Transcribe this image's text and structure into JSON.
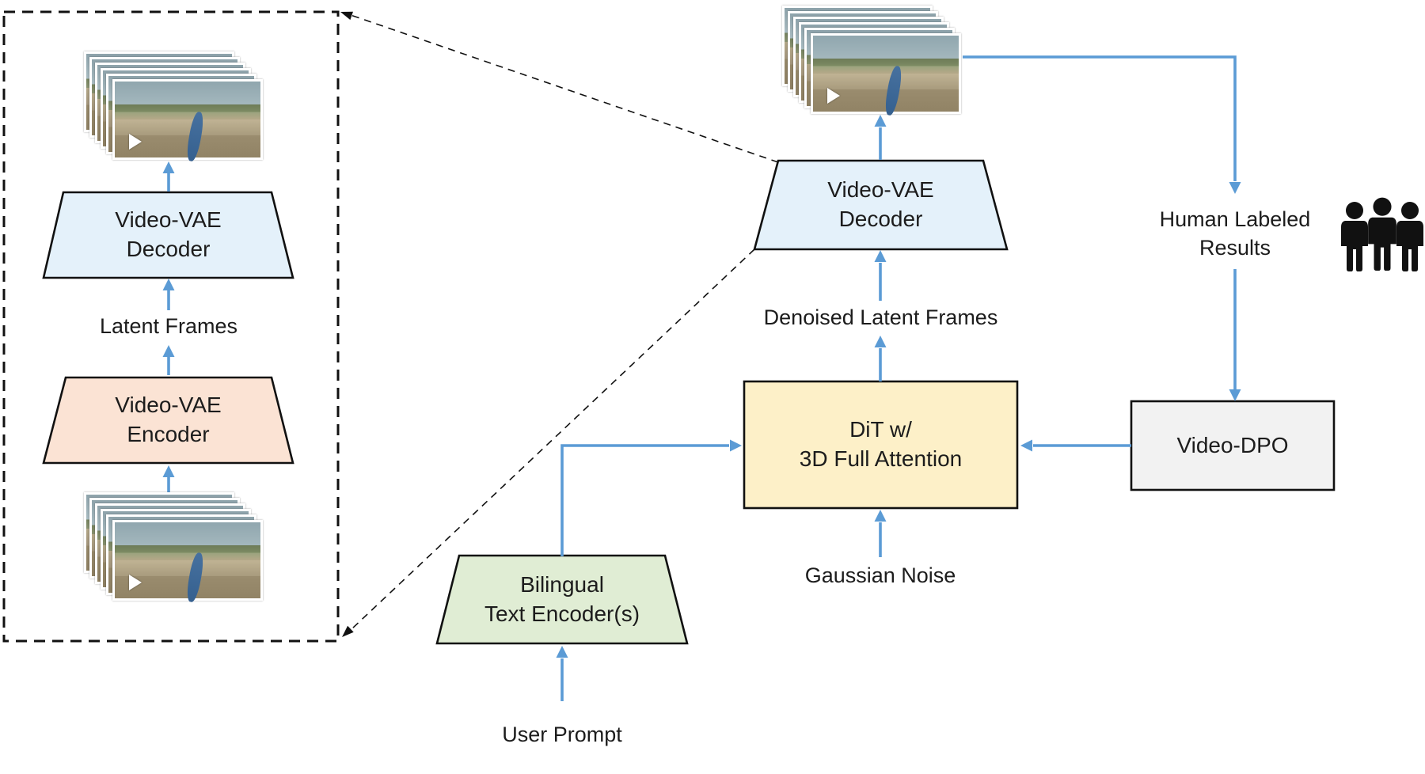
{
  "diagram": {
    "zoom_panel": {
      "decoder_label": "Video-VAE\nDecoder",
      "latent_frames_label": "Latent Frames",
      "encoder_label": "Video-VAE\nEncoder"
    },
    "pipeline": {
      "decoder_label": "Video-VAE\nDecoder",
      "denoised_label": "Denoised Latent Frames",
      "dit_label": "DiT w/\n3D Full Attention",
      "gaussian_label": "Gaussian Noise",
      "text_encoder_label": "Bilingual\nText Encoder(s)",
      "user_prompt_label": "User Prompt",
      "human_labeled_label": "Human Labeled\nResults",
      "video_dpo_label": "Video-DPO"
    },
    "colors": {
      "arrow_blue": "#5B9BD5",
      "decoder_fill": "#E4F1FA",
      "encoder_fill": "#FBE3D4",
      "text_encoder_fill": "#E0EDD4",
      "dit_fill": "#FDF0C8",
      "dpo_fill": "#F2F2F2",
      "outline": "#111111"
    },
    "icons": {
      "people": "people-icon",
      "play": "play-icon"
    }
  }
}
